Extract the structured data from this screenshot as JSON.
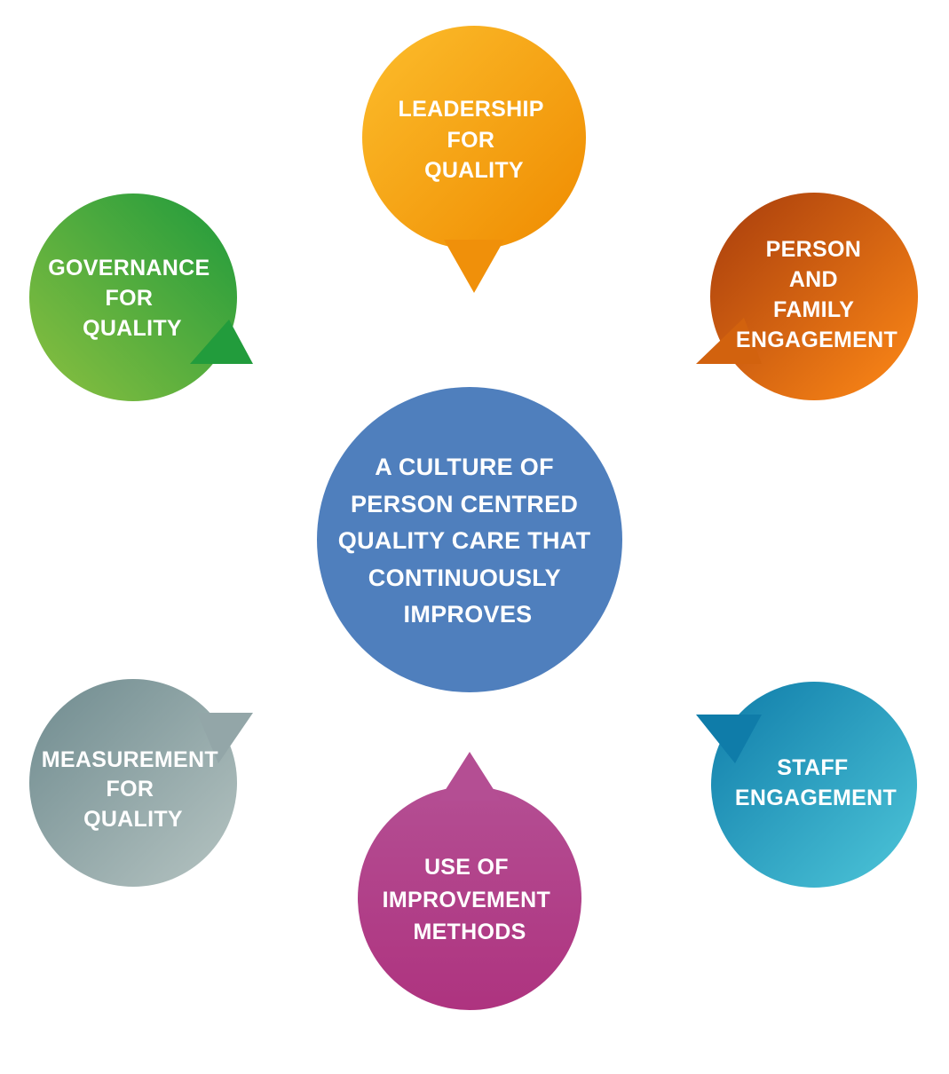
{
  "center": {
    "lines": [
      "A CULTURE OF",
      "PERSON CENTRED",
      "QUALITY CARE THAT",
      "CONTINUOUSLY",
      "IMPROVES"
    ],
    "color": "#4f7fbd"
  },
  "bubbles": {
    "leadership": {
      "lines": [
        "LEADERSHIP",
        "FOR",
        "QUALITY"
      ],
      "colors": [
        "#fcbd2c",
        "#ef8b00"
      ]
    },
    "person_family": {
      "lines": [
        "PERSON",
        "AND",
        "FAMILY",
        "ENGAGEMENT"
      ],
      "colors": [
        "#a73c0c",
        "#ff8a17"
      ]
    },
    "staff": {
      "lines": [
        "STAFF",
        "ENGAGEMENT"
      ],
      "colors": [
        "#0f7ca9",
        "#4ec6d9"
      ]
    },
    "improvement_methods": {
      "lines": [
        "USE OF",
        "IMPROVEMENT",
        "METHODS"
      ],
      "colors": [
        "#b44e93",
        "#ae337f"
      ]
    },
    "measurement": {
      "lines": [
        "MEASUREMENT",
        "FOR",
        "QUALITY"
      ],
      "colors": [
        "#6f8b8f",
        "#b6c4c2"
      ]
    },
    "governance": {
      "lines": [
        "GOVERNANCE",
        "FOR",
        "QUALITY"
      ],
      "colors": [
        "#8cc040",
        "#1e9a3c"
      ]
    }
  }
}
